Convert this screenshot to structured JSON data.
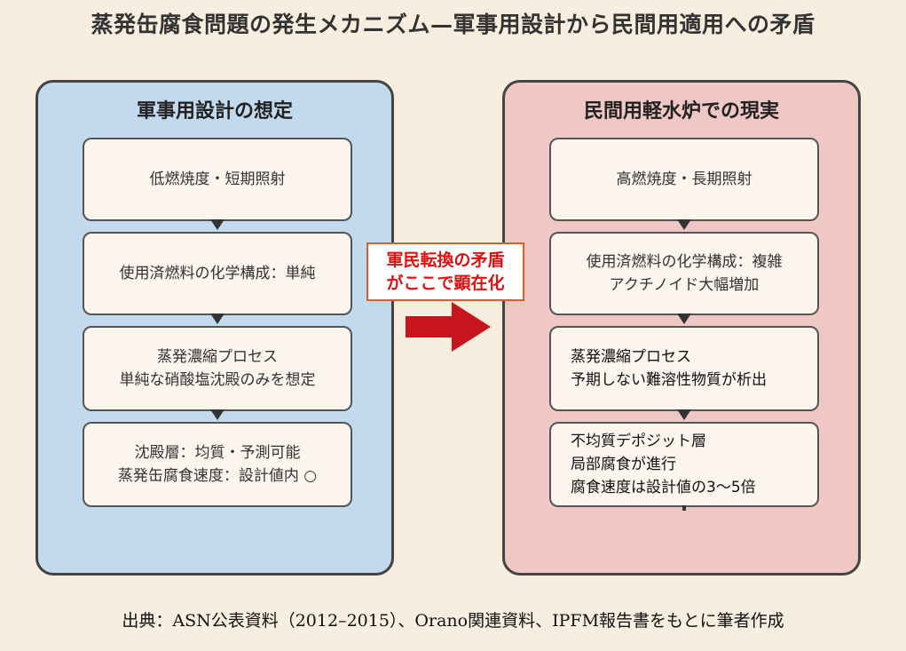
{
  "title": "蒸発缶腐食問題の発生メカニズム—軍事用設計から民間用適用への矛盾",
  "left_panel": {
    "title": "軍事用設計の想定",
    "boxes": [
      {
        "lines": [
          "低燃焼度・短期照射"
        ]
      },
      {
        "lines": [
          "使用済燃料の化学構成：単純"
        ]
      },
      {
        "lines": [
          "蒸発濃縮プロセス",
          "単純な硝酸塩沈殿のみを想定"
        ]
      },
      {
        "lines": [
          "沈殿層：均質・予測可能",
          "蒸発缶腐食速度：設計値内 ○"
        ]
      }
    ]
  },
  "right_panel": {
    "title": "民間用軽水炉での現実",
    "boxes": [
      {
        "lines": [
          "高燃焼度・長期照射"
        ]
      },
      {
        "lines": [
          "使用済燃料の化学構成：複雑",
          "アクチノイド大幅増加"
        ]
      },
      {
        "lines": [
          "蒸発濃縮プロセス",
          "予期しない難溶性物質が析出"
        ]
      },
      {
        "lines": [
          "不均質デポジット層",
          "局部腐食が進行",
          "腐食速度は設計値の3～5倍"
        ]
      }
    ]
  },
  "contradiction": {
    "lines": [
      "軍民転換の矛盾",
      "がここで顕在化"
    ]
  },
  "colors": {
    "left_panel_bg": "#c2d9ee",
    "right_panel_bg": "#efc7c4",
    "callout_text": "#e01010",
    "callout_border": "#e55b25",
    "arrow": "#c8141c"
  },
  "source": "出典：ASN公表資料（2012–2015）、Orano関連資料、IPFM報告書をもとに筆者作成"
}
